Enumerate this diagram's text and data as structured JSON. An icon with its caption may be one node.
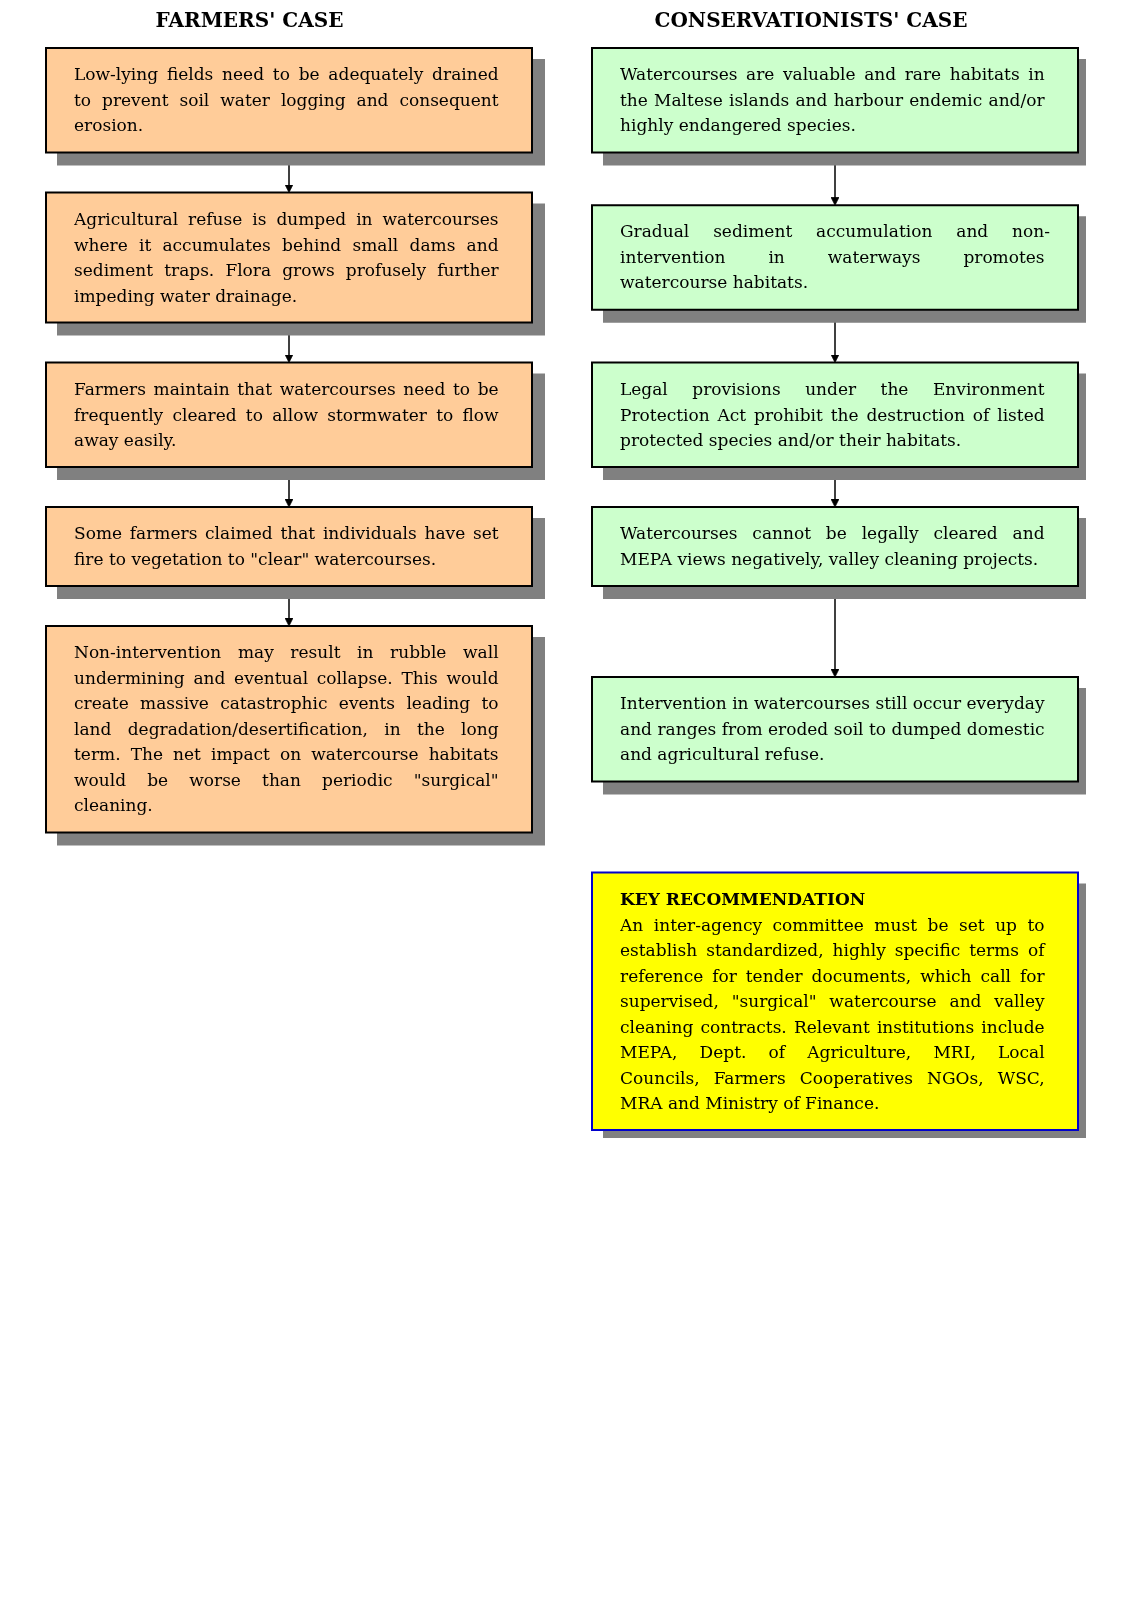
{
  "diagram": {
    "nodes": [
      {
        "text": [
          "Low-lying fields need to be adequately drained to prevent soil water logging and consequent erosion."
        ]
      },
      {
        "text": [
          "Agricultural refuse is dumped in watercourses where it accumulates behind small dams and sediment traps. Flora grows profusely further impeding water drainage."
        ]
      },
      {
        "text": [
          "Farmers maintain that watercourses need to be frequently cleared to allow stormwater to flow away easily."
        ]
      },
      {
        "text": [
          "Some farmers claimed that individuals have set fire to vegetation to \"clear\" watercourses."
        ]
      },
      {
        "text": [
          "Watercourses are valuable and rare habitats in the Maltese islands and harbour endemic and/or highly endangered species."
        ]
      },
      {
        "text": [
          "Gradual sediment accumulation and non-intervention in waterways promotes watercourse habitats."
        ]
      },
      {
        "text": [
          "Legal provisions under the Environment Protection Act prohibit the destruction of listed protected species and/or their habitats."
        ]
      },
      {
        "text": [
          "Watercourses cannot be legally cleared and MEPA views negatively, valley cleaning projects."
        ]
      },
      {
        "text": [
          "Non-intervention may result in rubble wall undermining and eventual collapse. This would create massive catastrophic events leading to land degradation/desertification, in the long term. The net impact on watercourse habitats would be worse than periodic \"surgical\" cleaning."
        ]
      },
      {
        "text": [
          "Intervention in watercourses still occur everyday and ranges from eroded soil to dumped domestic and agricultural refuse."
        ]
      },
      {
        "text": [
          "KEY RECOMMENDATION",
          "An inter-agency committee must be set up to establish standardized, highly specific terms of reference for tender documents, which call for supervised, \"surgical\" watercourse and valley cleaning contracts. Relevant institutions include MEPA, Dept. of Agriculture, MRI, Local Councils, Farmers Cooperatives NGOs, WSC, MRA and Ministry of Finance."
        ]
      }
    ],
    "edges": [
      {
        "from": 0,
        "to": 1,
        "arrow": "to"
      },
      {
        "from": 1,
        "to": 2,
        "arrow": "to"
      },
      {
        "from": 2,
        "to": 3,
        "arrow": "to"
      },
      {
        "from": 3,
        "to": 8,
        "arrow": "to"
      },
      {
        "from": 4,
        "to": 5,
        "arrow": "to"
      },
      {
        "from": 5,
        "to": 6,
        "arrow": "to"
      },
      {
        "from": 6,
        "to": 7,
        "arrow": "to"
      },
      {
        "from": 7,
        "to": 9,
        "arrow": "to"
      }
    ],
    "labels": [
      "FARMERS' CASE",
      "CONSERVATIONISTS' CASE"
    ]
  }
}
